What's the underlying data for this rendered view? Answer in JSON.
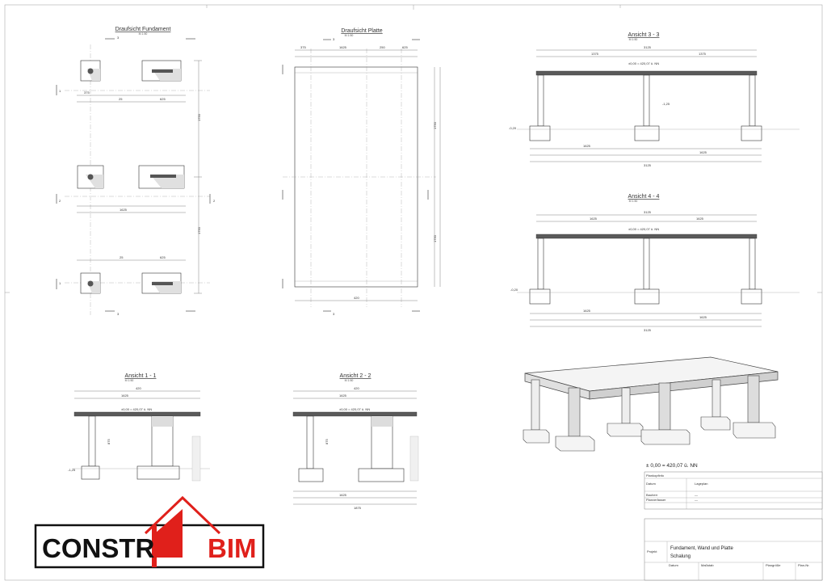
{
  "views": {
    "plan_foundation": {
      "title": "Draufsicht Fundament",
      "scale": "M 1:50"
    },
    "plan_slab": {
      "title": "Draufsicht Platte",
      "scale": "M 1:50"
    },
    "section_1": {
      "title": "Ansicht 1 - 1",
      "scale": "M 1:50"
    },
    "section_2": {
      "title": "Ansicht 2 - 2",
      "scale": "M 1:50"
    },
    "section_3": {
      "title": "Ansicht 3 - 3",
      "scale": "M 1:50"
    },
    "section_4": {
      "title": "Ansicht 4 - 4",
      "scale": "M 1:50"
    }
  },
  "axis_marks": [
    "1",
    "2",
    "3",
    "4"
  ],
  "dims": {
    "d1": "25",
    "d2": "1875",
    "d3": "1625",
    "d4": "3125",
    "d5": "1375",
    "d6": "375",
    "d7": "625",
    "d8": "1750",
    "d9": "250",
    "d10": "875",
    "d11": "1625",
    "d12": "75",
    "d13": "420",
    "d14": "625"
  },
  "levels": {
    "top": "±0,00 = 420,07 ü. NN",
    "found": "-1,25",
    "gnd": "-0,20"
  },
  "level_line": "± 0,00 = 420,07 ü. NN",
  "legend_header": "Plankopfinfo",
  "legend_rows": [
    {
      "k": "Datum",
      "v": "Lageplan"
    },
    {
      "k": "Bauherr",
      "v": "—"
    },
    {
      "k": "Planverfasser",
      "v": "—"
    }
  ],
  "titleblock": {
    "label_project": "Projekt",
    "project": "Fundament, Wand und Platte",
    "subject": "Schalung",
    "col1": "Datum",
    "col2": "Maßstab",
    "col3": "Plangröße",
    "col4": "Plan-Nr."
  },
  "logo": {
    "left": "CONSTR",
    "right": "BIM"
  },
  "colors": {
    "brand_red": "#e0201b",
    "slab": "#5a5a5a"
  }
}
